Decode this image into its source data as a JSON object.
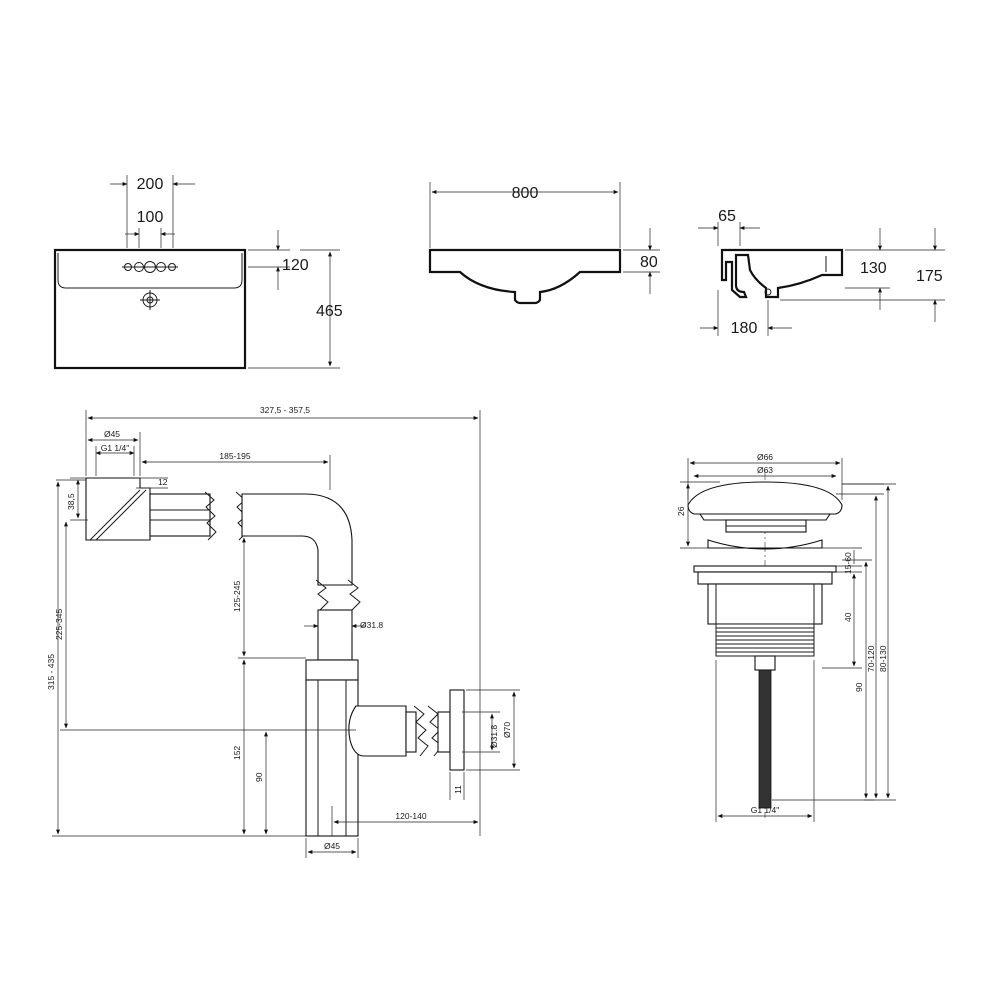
{
  "basin_top": {
    "dim_200": "200",
    "dim_100": "100",
    "dim_120": "120",
    "dim_465": "465"
  },
  "basin_front": {
    "dim_800": "800",
    "dim_80": "80"
  },
  "basin_side": {
    "dim_65": "65",
    "dim_130": "130",
    "dim_175": "175",
    "dim_180": "180"
  },
  "siphon": {
    "dim_overall": "327,5 - 357,5",
    "dim_d45_top": "Ø45",
    "dim_thread": "G1 1/4\"",
    "dim_185": "185-195",
    "dim_12": "12",
    "dim_38": "38,5",
    "dim_225": "225-345",
    "dim_315": "315 - 435",
    "dim_125": "125-245",
    "dim_d31_pipe": "Ø31.8",
    "dim_152": "152",
    "dim_90": "90",
    "dim_d31_wall": "Ø31.8",
    "dim_d70": "Ø70",
    "dim_11": "11",
    "dim_120": "120-140",
    "dim_d45_bottom": "Ø45"
  },
  "drain_valve": {
    "dim_d66": "Ø66",
    "dim_d63": "Ø63",
    "dim_26": "26",
    "dim_15": "15-60",
    "dim_40": "40",
    "dim_90": "90",
    "dim_70": "70-120",
    "dim_80": "80-130",
    "dim_thread": "G1 1/4\""
  }
}
